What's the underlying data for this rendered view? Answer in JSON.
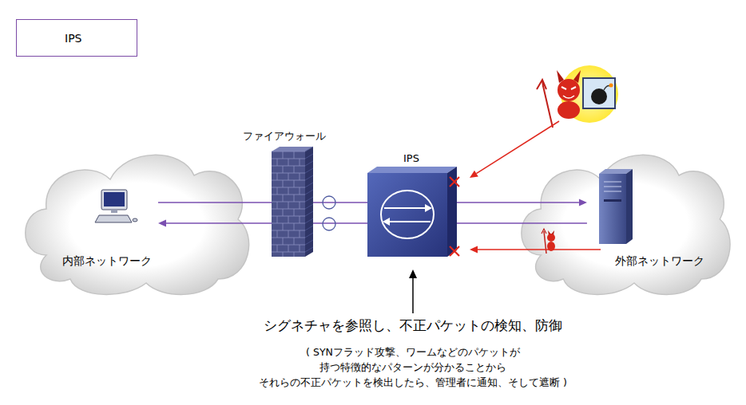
{
  "diagram": {
    "title": "IPS",
    "nodes": [
      {
        "text": [
          "内部ネットワーク"
        ]
      },
      {
        "text": [
          "ファイアウォール"
        ]
      },
      {
        "text": [
          "IPS"
        ]
      },
      {
        "text": [
          "外部ネットワーク"
        ]
      }
    ],
    "edges": [
      {
        "from": 0,
        "to": 3,
        "arrow": "to"
      },
      {
        "from": 3,
        "to": 0,
        "arrow": "to"
      }
    ],
    "labels": [
      "シグネチャを参照し、不正パケットの検知、防御",
      "( SYNフラッド攻撃、ワームなどのパケットが",
      "持つ特徴的なパターンが分かることから",
      "それらの不正パケットを検出したら、管理者に通知、そして遮断 )"
    ]
  }
}
